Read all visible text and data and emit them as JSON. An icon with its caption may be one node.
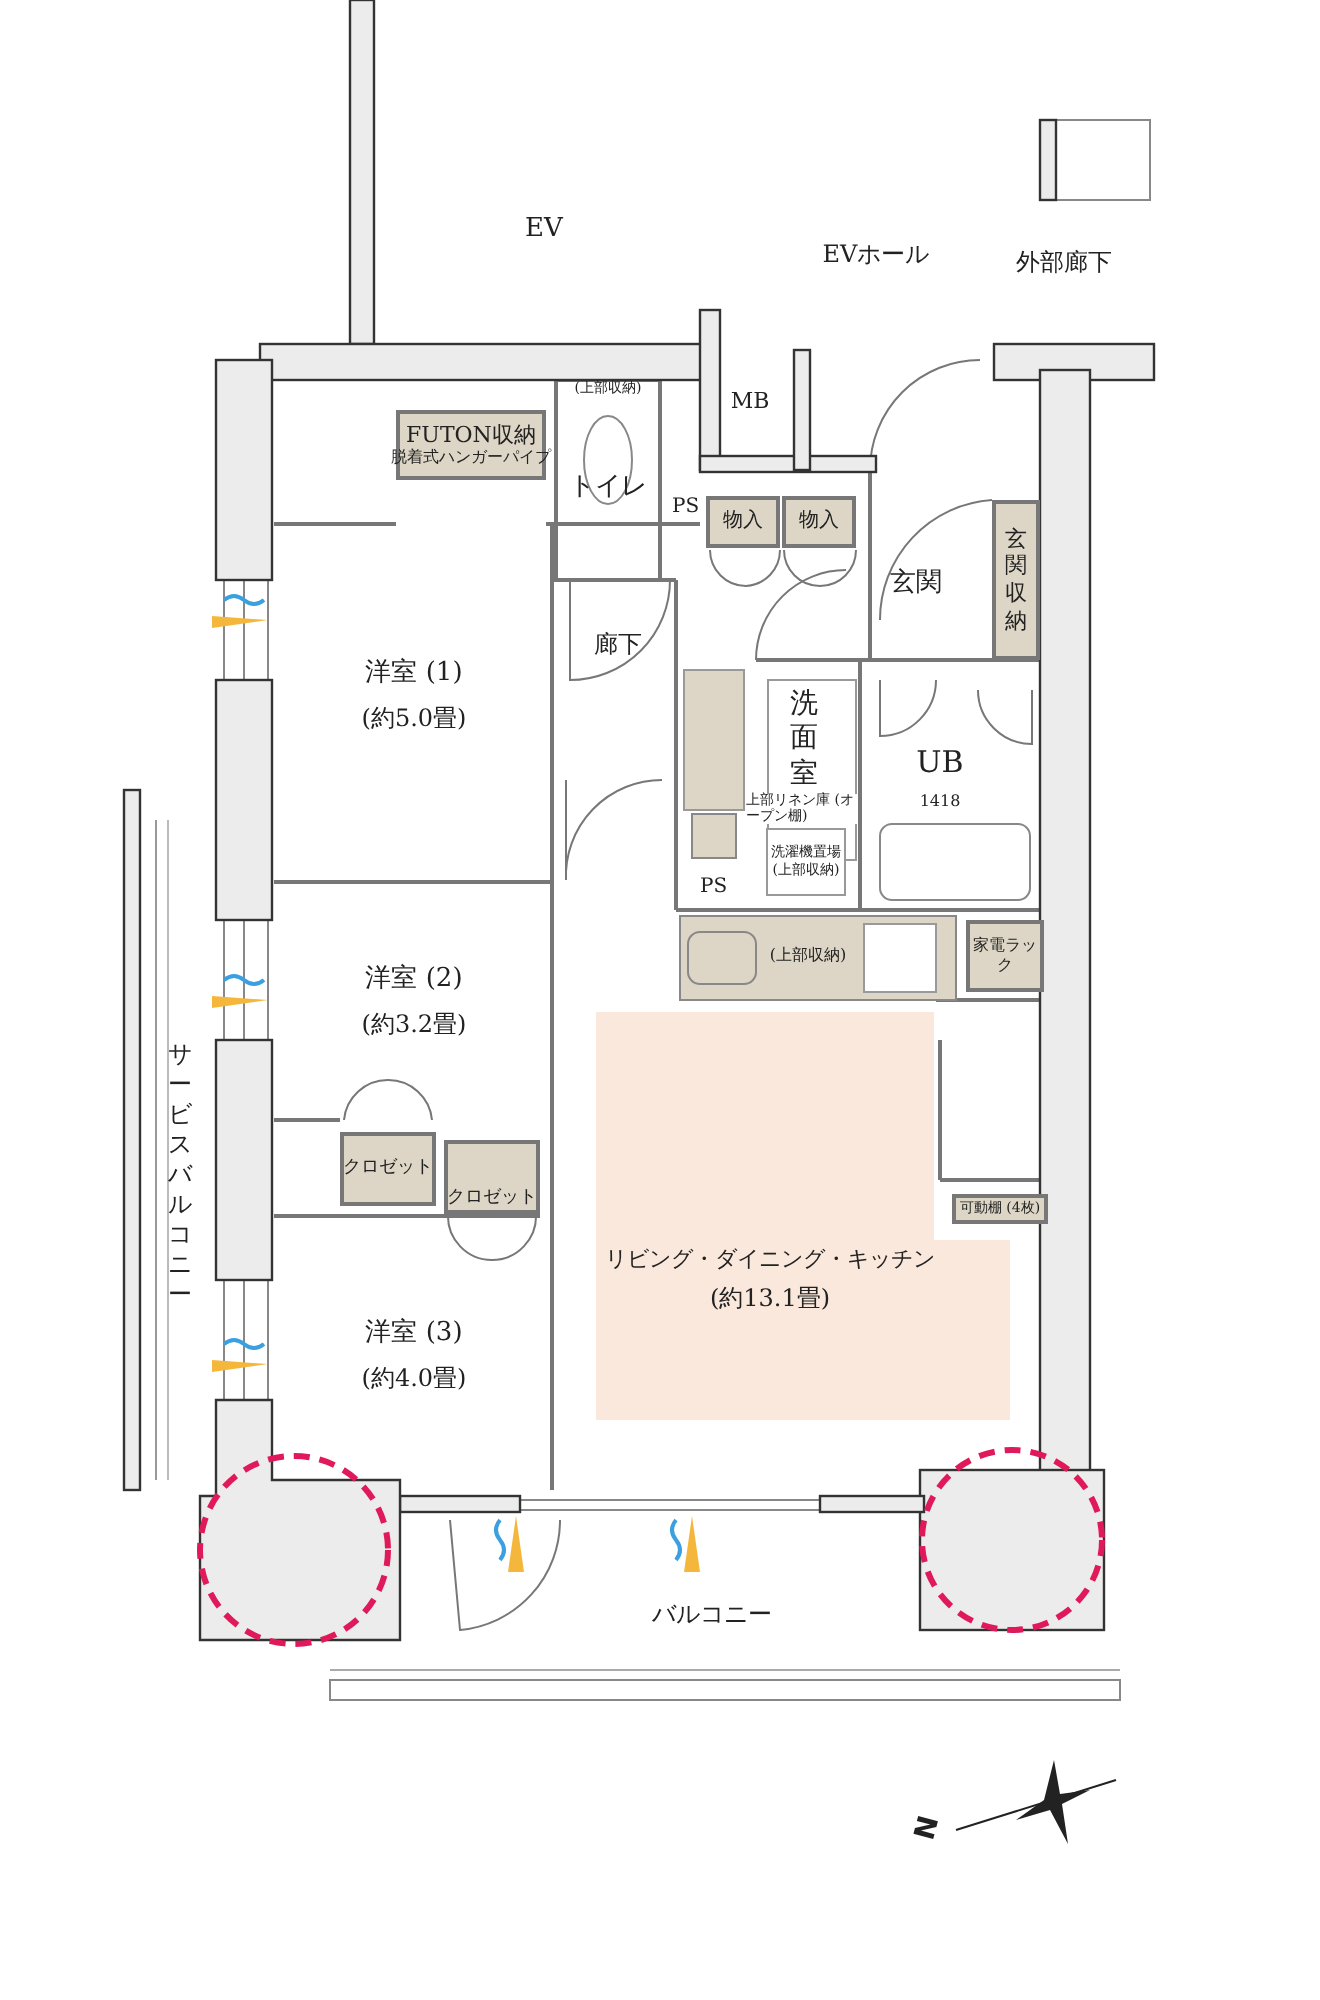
{
  "diagram": {
    "nodes": [
      {
        "text": [
          "EV"
        ]
      },
      {
        "text": [
          "EVホール"
        ]
      },
      {
        "text": [
          "外部廊下"
        ]
      },
      {
        "text": [
          "FUTON収納",
          "脱着式ハンガーパイプ"
        ]
      },
      {
        "text": [
          "(上部収納)",
          "トイレ"
        ]
      },
      {
        "text": [
          "MB"
        ]
      },
      {
        "text": [
          "物入"
        ]
      },
      {
        "text": [
          "物入"
        ]
      },
      {
        "text": [
          "玄関"
        ]
      },
      {
        "text": [
          "玄関収納"
        ]
      },
      {
        "text": [
          "廊下"
        ]
      },
      {
        "text": [
          "洋室 (1)",
          "(約5.0畳)"
        ]
      },
      {
        "text": [
          "洗面室"
        ]
      },
      {
        "text": [
          "UB",
          "1418"
        ]
      },
      {
        "text": [
          "洗濯機置場",
          "(上部収納)"
        ]
      },
      {
        "text": [
          "(上部収納)"
        ]
      },
      {
        "text": [
          "家電ラック"
        ]
      },
      {
        "text": [
          "洋室 (2)",
          "(約3.2畳)"
        ]
      },
      {
        "text": [
          "クロゼット"
        ]
      },
      {
        "text": [
          "クロゼット"
        ]
      },
      {
        "text": [
          "可動棚 (4枚)"
        ]
      },
      {
        "text": [
          "リビング・ダイニング・キッチン",
          "(約13.1畳)"
        ]
      },
      {
        "text": [
          "洋室 (3)",
          "(約4.0畳)"
        ]
      },
      {
        "text": [
          "サービスバルコニー"
        ]
      },
      {
        "text": [
          "バルコニー"
        ]
      }
    ],
    "labels": [
      "PS",
      "上部リネン庫 (オープン棚)",
      "PS",
      "N"
    ]
  }
}
